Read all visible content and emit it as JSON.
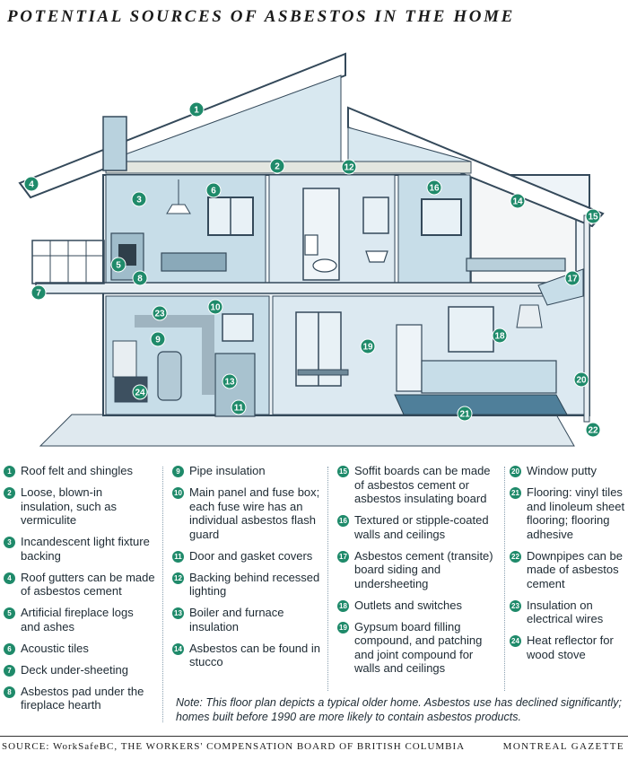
{
  "title": "POTENTIAL SOURCES OF ASBESTOS IN THE HOME",
  "callouts": [
    "1",
    "2",
    "3",
    "4",
    "5",
    "6",
    "7",
    "8",
    "9",
    "10",
    "11",
    "12",
    "13",
    "14",
    "15",
    "16",
    "17",
    "18",
    "19",
    "20",
    "21",
    "22",
    "23",
    "24"
  ],
  "legend": [
    {
      "num": "1",
      "text": "Roof felt and shingles"
    },
    {
      "num": "2",
      "text": "Loose, blown-in insulation, such as vermiculite"
    },
    {
      "num": "3",
      "text": "Incandescent light fixture backing"
    },
    {
      "num": "4",
      "text": "Roof gutters can be made of asbestos cement"
    },
    {
      "num": "5",
      "text": "Artificial fireplace logs and ashes"
    },
    {
      "num": "6",
      "text": "Acoustic tiles"
    },
    {
      "num": "7",
      "text": "Deck under-sheeting"
    },
    {
      "num": "8",
      "text": "Asbestos pad under the fireplace hearth"
    },
    {
      "num": "9",
      "text": "Pipe insulation"
    },
    {
      "num": "10",
      "text": "Main panel and fuse box; each fuse wire has an individual asbestos flash guard"
    },
    {
      "num": "11",
      "text": "Door and gasket covers"
    },
    {
      "num": "12",
      "text": "Backing behind recessed lighting"
    },
    {
      "num": "13",
      "text": "Boiler and furnace insulation"
    },
    {
      "num": "14",
      "text": "Asbestos can be found in stucco"
    },
    {
      "num": "15",
      "text": "Soffit boards can be made of asbestos cement or asbestos insulating board"
    },
    {
      "num": "16",
      "text": "Textured or stipple-coated walls and ceilings"
    },
    {
      "num": "17",
      "text": "Asbestos cement (transite) board siding and undersheeting"
    },
    {
      "num": "18",
      "text": "Outlets and switches"
    },
    {
      "num": "19",
      "text": "Gypsum board filling compound, and patching and joint compound for walls and ceilings"
    },
    {
      "num": "20",
      "text": "Window putty"
    },
    {
      "num": "21",
      "text": "Flooring: vinyl tiles and linoleum sheet flooring; flooring adhesive"
    },
    {
      "num": "22",
      "text": "Downpipes can be made of asbestos cement"
    },
    {
      "num": "23",
      "text": "Insulation on electrical wires"
    },
    {
      "num": "24",
      "text": "Heat reflector for wood stove"
    }
  ],
  "note": "Note: This floor plan depicts a typical older home. Asbestos use has declined significantly; homes built before 1990 are more likely to contain asbestos products.",
  "source": "SOURCE: WorkSafeBC, THE WORKERS' COMPENSATION BOARD OF BRITISH COLUMBIA",
  "credit": "MONTREAL GAZETTE",
  "colors": {
    "accent": "#1f8a6a",
    "wall": "#c7dde8",
    "outline": "#34495a",
    "floor_tile": "#4f7f9a"
  }
}
